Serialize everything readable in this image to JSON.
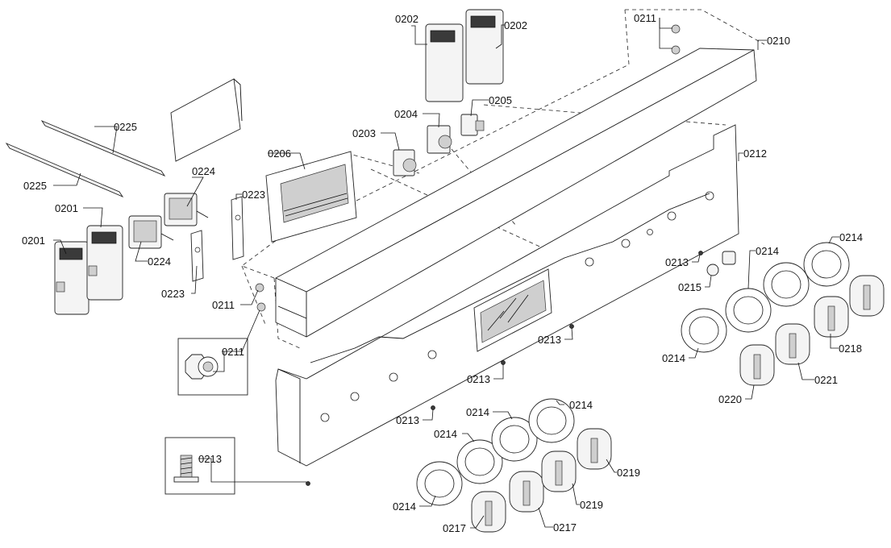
{
  "labels": {
    "l0201a": "0201",
    "l0201b": "0201",
    "l0202a": "0202",
    "l0202b": "0202",
    "l0203": "0203",
    "l0204": "0204",
    "l0205": "0205",
    "l0206": "0206",
    "l0210": "0210",
    "l0211a": "0211",
    "l0211b": "0211",
    "l0211c": "0211",
    "l0212": "0212",
    "l0213a": "0213",
    "l0213b": "0213",
    "l0213c": "0213",
    "l0213d": "0213",
    "l0213e": "0213",
    "l0214a": "0214",
    "l0214b": "0214",
    "l0214c": "0214",
    "l0214d": "0214",
    "l0214e": "0214",
    "l0214f": "0214",
    "l0214g": "0214",
    "l0215": "0215",
    "l0217a": "0217",
    "l0217b": "0217",
    "l0218": "0218",
    "l0219a": "0219",
    "l0219b": "0219",
    "l0220": "0220",
    "l0221": "0221",
    "l0223a": "0223",
    "l0223b": "0223",
    "l0224a": "0224",
    "l0224b": "0224",
    "l0225a": "0225",
    "l0225b": "0225"
  }
}
